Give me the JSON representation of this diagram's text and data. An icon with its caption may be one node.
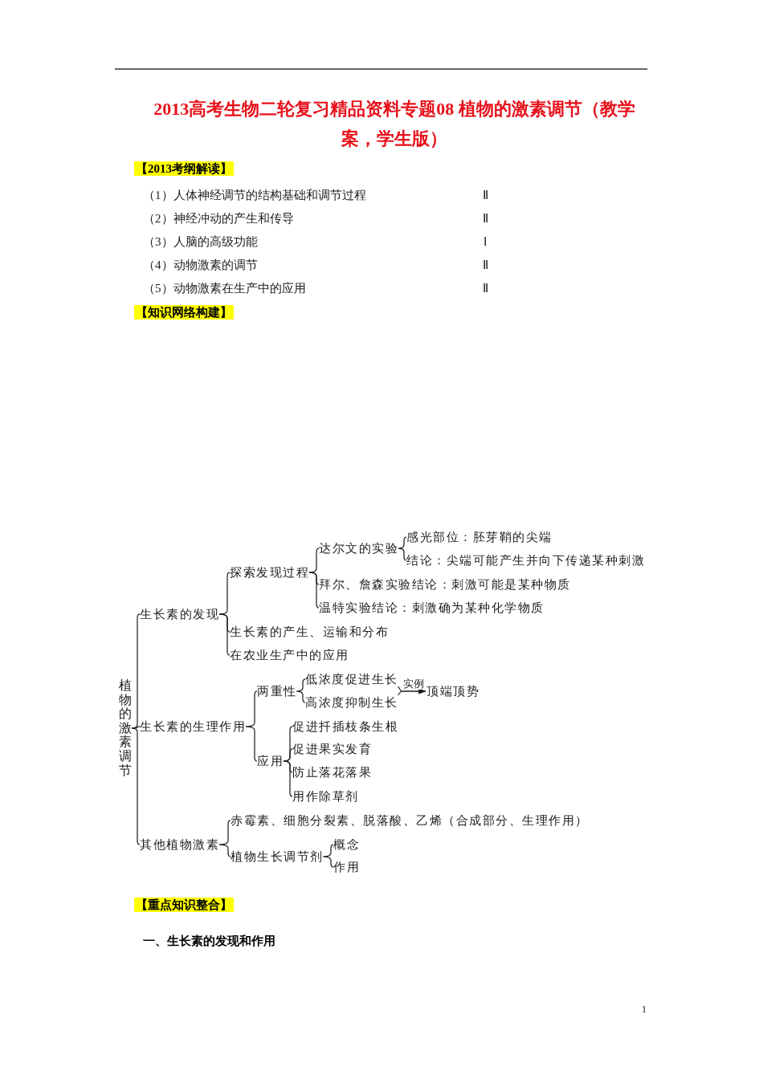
{
  "diagram": {
    "title": "2013高考生物二轮复习精品资料专题08 植物的激素调节（教学案，学生版）",
    "nodes": [
      {
        "text": [
          "植物的激素调节"
        ]
      },
      {
        "text": [
          "生长素的发现"
        ]
      },
      {
        "text": [
          "探索发现过程"
        ]
      },
      {
        "text": [
          "达尔文的实验"
        ]
      },
      {
        "text": [
          "感光部位：胚芽鞘的尖端"
        ]
      },
      {
        "text": [
          "结论：尖端可能产生并向下传递某种刺激"
        ]
      },
      {
        "text": [
          "拜尔、詹森实验结论：刺激可能是某种物质"
        ]
      },
      {
        "text": [
          "温特实验结论：刺激确为某种化学物质"
        ]
      },
      {
        "text": [
          "生长素的产生、运输和分布"
        ]
      },
      {
        "text": [
          "在农业生产中的应用"
        ]
      },
      {
        "text": [
          "生长素的生理作用"
        ]
      },
      {
        "text": [
          "两重性"
        ]
      },
      {
        "text": [
          "低浓度促进生长"
        ]
      },
      {
        "text": [
          "高浓度抑制生长"
        ]
      },
      {
        "text": [
          "顶端顶势"
        ]
      },
      {
        "text": [
          "应用"
        ]
      },
      {
        "text": [
          "促进扦插枝条生根"
        ]
      },
      {
        "text": [
          "促进果实发育"
        ]
      },
      {
        "text": [
          "防止落花落果"
        ]
      },
      {
        "text": [
          "用作除草剂"
        ]
      },
      {
        "text": [
          "其他植物激素"
        ]
      },
      {
        "text": [
          "赤霉素、细胞分裂素、脱落酸、乙烯（合成部分、生理作用）"
        ]
      },
      {
        "text": [
          "植物生长调节剂"
        ]
      },
      {
        "text": [
          "概念"
        ]
      },
      {
        "text": [
          "作用"
        ]
      }
    ],
    "edges": [
      {
        "from": 0,
        "to": 1,
        "arrow": "none"
      },
      {
        "from": 0,
        "to": 10,
        "arrow": "none"
      },
      {
        "from": 0,
        "to": 20,
        "arrow": "none"
      },
      {
        "from": 1,
        "to": 2,
        "arrow": "none"
      },
      {
        "from": 1,
        "to": 8,
        "arrow": "none"
      },
      {
        "from": 1,
        "to": 9,
        "arrow": "none"
      },
      {
        "from": 2,
        "to": 3,
        "arrow": "none"
      },
      {
        "from": 2,
        "to": 6,
        "arrow": "none"
      },
      {
        "from": 2,
        "to": 7,
        "arrow": "none"
      },
      {
        "from": 3,
        "to": 4,
        "arrow": "none"
      },
      {
        "from": 3,
        "to": 5,
        "arrow": "none"
      },
      {
        "from": 10,
        "to": 11,
        "arrow": "none"
      },
      {
        "from": 10,
        "to": 15,
        "arrow": "none"
      },
      {
        "from": 11,
        "to": 12,
        "arrow": "none"
      },
      {
        "from": 11,
        "to": 13,
        "arrow": "none"
      },
      {
        "from": 12,
        "to": 14,
        "arrow": "to",
        "label": "实例"
      },
      {
        "from": 13,
        "to": 14,
        "arrow": "to"
      },
      {
        "from": 15,
        "to": 16,
        "arrow": "none"
      },
      {
        "from": 15,
        "to": 17,
        "arrow": "none"
      },
      {
        "from": 15,
        "to": 18,
        "arrow": "none"
      },
      {
        "from": 15,
        "to": 19,
        "arrow": "none"
      },
      {
        "from": 20,
        "to": 21,
        "arrow": "none"
      },
      {
        "from": 20,
        "to": 22,
        "arrow": "none"
      },
      {
        "from": 22,
        "to": 23,
        "arrow": "none"
      },
      {
        "from": 22,
        "to": 24,
        "arrow": "none"
      }
    ],
    "labels": [
      "【2013考纲解读】",
      "（1）人体神经调节的结构基础和调节过程",
      "Ⅱ",
      "（2）神经冲动的产生和传导",
      "Ⅱ",
      "（3）人脑的高级功能",
      "Ⅰ",
      "（4）动物激素的调节",
      "Ⅱ",
      "（5）动物激素在生产中的应用",
      "Ⅱ",
      "【知识网络构建】",
      "【重点知识整合】",
      "一、生长素的发现和作用",
      "1"
    ]
  }
}
